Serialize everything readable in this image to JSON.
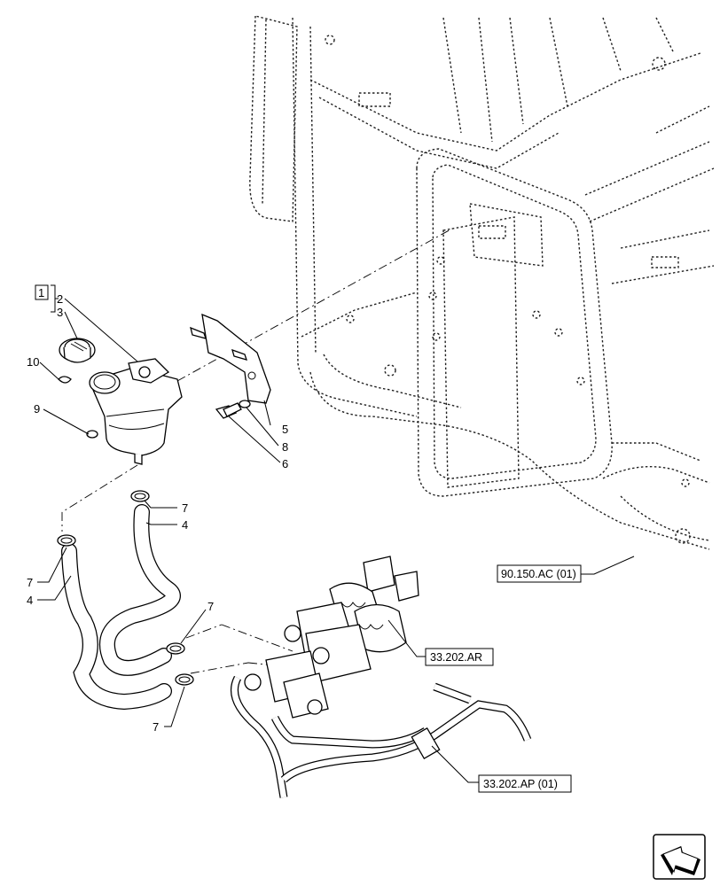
{
  "callouts": {
    "c1": "1",
    "c2": "2",
    "c3": "3",
    "c4a": "4",
    "c4b": "4",
    "c5": "5",
    "c6": "6",
    "c7a": "7",
    "c7b": "7",
    "c7c": "7",
    "c7d": "7",
    "c8": "8",
    "c9": "9",
    "c10": "10"
  },
  "references": {
    "cab_frame": "90.150.AC (01)",
    "master_cylinders": "33.202.AR",
    "brake_lines": "33.202.AP (01)"
  },
  "nav_icon": "next-page-arrow-icon"
}
